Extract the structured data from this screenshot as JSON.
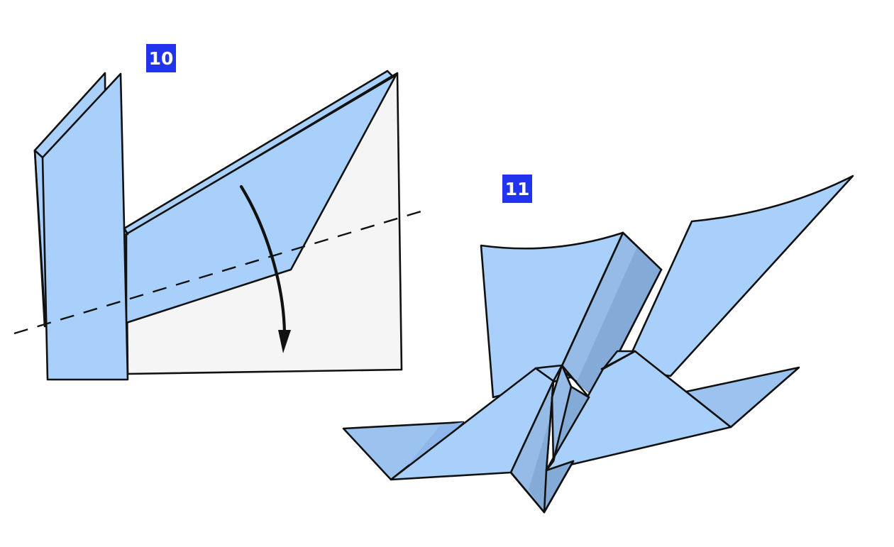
{
  "diagram": {
    "type": "origami-instructions",
    "colors": {
      "paper_front": "#a8d0fa",
      "paper_back": "#f5f5f5",
      "paper_shadow": "#84abd8",
      "badge": "#2233ee",
      "badge_text": "#ffffff",
      "line": "#111111"
    },
    "steps": [
      {
        "number": "10",
        "description": "valley fold along dashed line, arrow indicates folding the wing down",
        "elements": [
          "folded-paper-model",
          "dashed-fold-line",
          "curved-fold-arrow"
        ]
      },
      {
        "number": "11",
        "description": "finished paper airplane model with wings and tail",
        "elements": [
          "finished-airplane-model"
        ]
      }
    ]
  }
}
